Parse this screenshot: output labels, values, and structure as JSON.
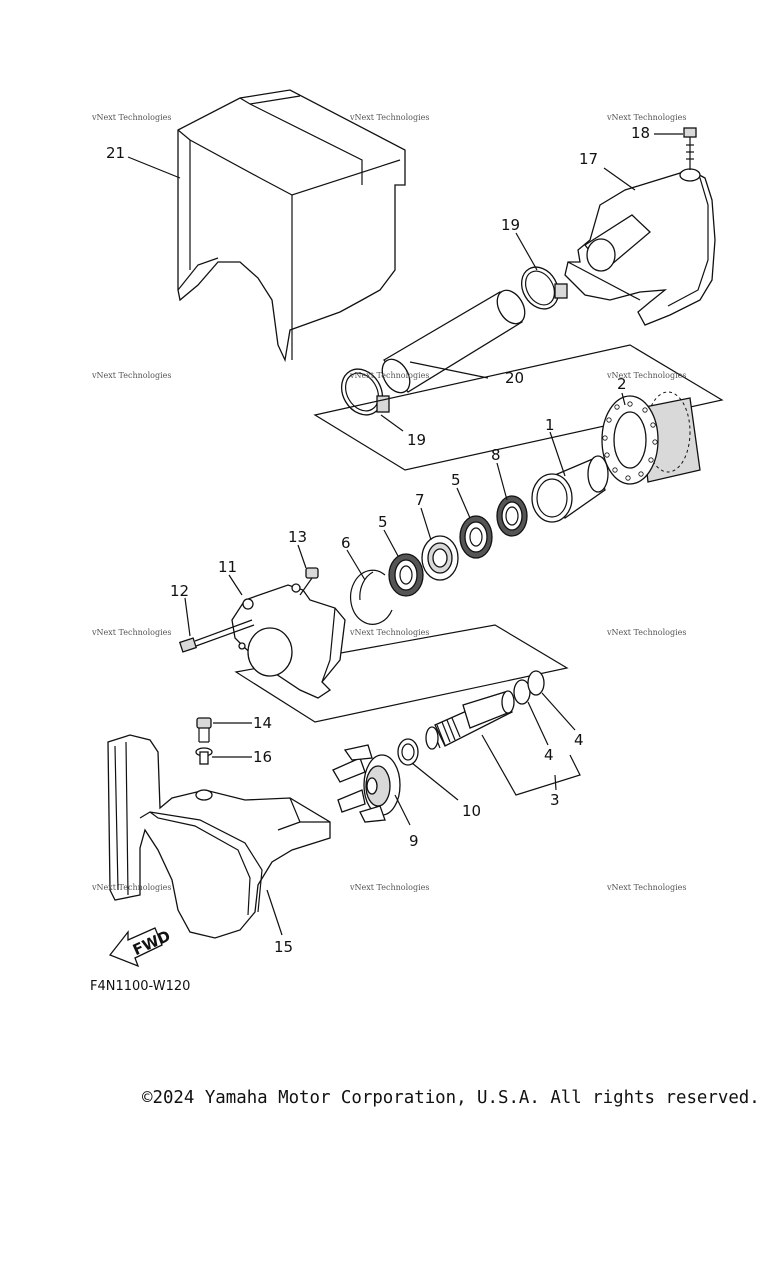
{
  "diagram": {
    "drawing_code": "F4N1100-W120",
    "forward_arrow_label": "FWD",
    "watermark": "vNext Technologies",
    "part_labels": {
      "p1": "1",
      "p2": "2",
      "p3": "3",
      "p4a": "4",
      "p4b": "4",
      "p5a": "5",
      "p5b": "5",
      "p6": "6",
      "p7": "7",
      "p8": "8",
      "p9": "9",
      "p10": "10",
      "p11": "11",
      "p12": "12",
      "p13": "13",
      "p14": "14",
      "p15": "15",
      "p16": "16",
      "p17": "17",
      "p18": "18",
      "p19a": "19",
      "p19b": "19",
      "p20": "20",
      "p21": "21"
    }
  },
  "footer": {
    "copyright": "©2024 Yamaha Motor Corporation, U.S.A. All rights reserved."
  }
}
